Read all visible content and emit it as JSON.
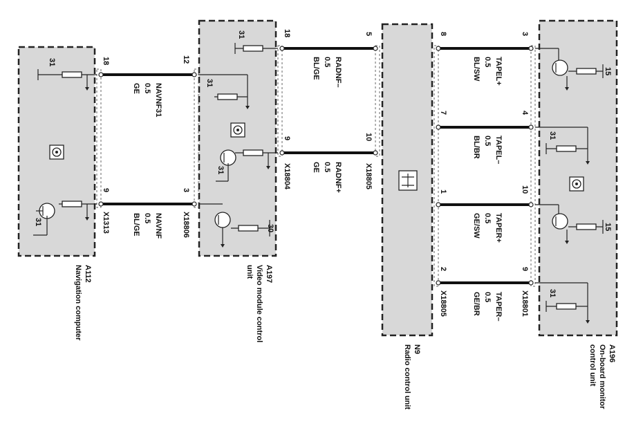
{
  "modules": {
    "a112": {
      "id": "A112",
      "name": "Navigation computer"
    },
    "a197": {
      "id": "A197",
      "name_line1": "Video module control",
      "name_line2": "unit"
    },
    "n9": {
      "id": "N9",
      "name": "Radio control unit"
    },
    "a196": {
      "id": "A196",
      "name_line1": "On-board monitor",
      "name_line2": "control unit"
    }
  },
  "connectors": {
    "x1313": "X1313",
    "x18806": "X18806",
    "x18804": "X18804",
    "x18805_left": "X18805",
    "x18805_right": "X18805",
    "x18801": "X18801"
  },
  "wires": [
    {
      "key": "navnf31",
      "signal": "NAVNF31",
      "gauge": "0.5",
      "color": "GE",
      "pin_from": "18",
      "pin_to": "12"
    },
    {
      "key": "navnf",
      "signal": "NAVNF",
      "gauge": "0.5",
      "color": "BL/GE",
      "pin_from": "9",
      "pin_to": "3"
    },
    {
      "key": "radnf_minus",
      "signal": "RADNF–",
      "gauge": "0.5",
      "color": "BL/GE",
      "pin_from": "18",
      "pin_to": "5"
    },
    {
      "key": "radnf_plus",
      "signal": "RADNF+",
      "gauge": "0.5",
      "color": "GE",
      "pin_from": "9",
      "pin_to": "10"
    },
    {
      "key": "tapel_plus",
      "signal": "TAPEL+",
      "gauge": "0.5",
      "color": "BL/SW",
      "pin_from": "8",
      "pin_to": "3"
    },
    {
      "key": "tapel_minus",
      "signal": "TAPEL–",
      "gauge": "0.5",
      "color": "BL/BR",
      "pin_from": "7",
      "pin_to": "4"
    },
    {
      "key": "taper_plus",
      "signal": "TAPER+",
      "gauge": "0.5",
      "color": "GE/SW",
      "pin_from": "1",
      "pin_to": "10"
    },
    {
      "key": "taper_minus",
      "signal": "TAPER–",
      "gauge": "0.5",
      "color": "GE/BR",
      "pin_from": "2",
      "pin_to": "9"
    }
  ],
  "terminals": {
    "a112_top": "31",
    "a112_bottom": "31",
    "a197_top": "31",
    "a197_mid": "31",
    "a197_tr": "31",
    "a197_bottom": "30",
    "a196_t1": "15",
    "a196_g1": "31",
    "a196_t2": "15",
    "a196_g2": "31"
  },
  "icons": {
    "a112": "speaker-symbol-icon",
    "a197": "speaker-symbol-icon",
    "n9": "radio-unit-symbol-icon",
    "a196": "speaker-symbol-icon"
  }
}
